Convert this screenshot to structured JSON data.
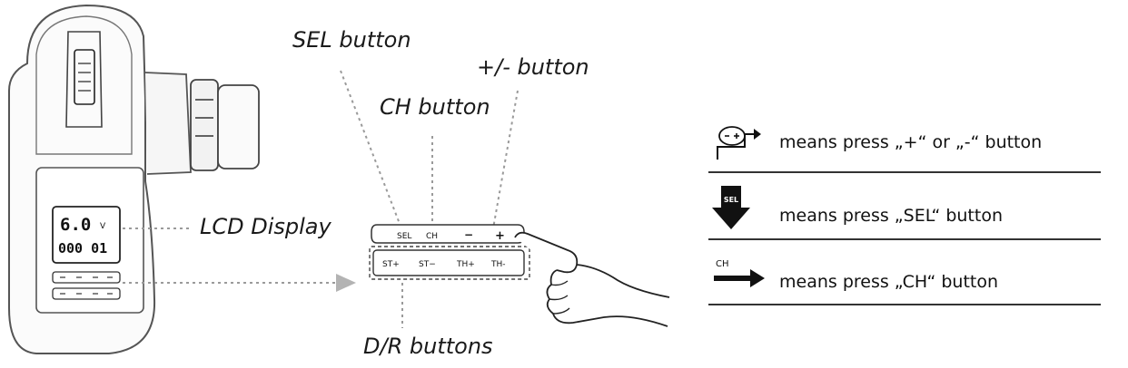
{
  "diagram": {
    "callouts": {
      "sel": "SEL button",
      "plusminus": "+/- button",
      "ch": "CH button",
      "lcd": "LCD Display",
      "dr": "D/R buttons"
    },
    "lcd_screen": {
      "line1": "6.0",
      "unit": "V",
      "line2": "000 01"
    },
    "panel_top_buttons": [
      "SEL",
      "CH",
      "−",
      "+"
    ],
    "panel_bottom_buttons": [
      "ST+",
      "ST−",
      "TH+",
      "TH-"
    ],
    "legend": [
      {
        "icon": "plus-minus-press-icon",
        "text": "means press „+“ or „-“ button"
      },
      {
        "icon": "sel-press-icon",
        "icon_label": "SEL",
        "text": "means press „SEL“ button"
      },
      {
        "icon": "ch-press-icon",
        "icon_label": "CH",
        "text": "means press „CH“ button"
      }
    ],
    "colors": {
      "line": "#333333",
      "dotted": "#9a9a9a",
      "arrow": "#b3b3b3",
      "text": "#111111"
    }
  }
}
